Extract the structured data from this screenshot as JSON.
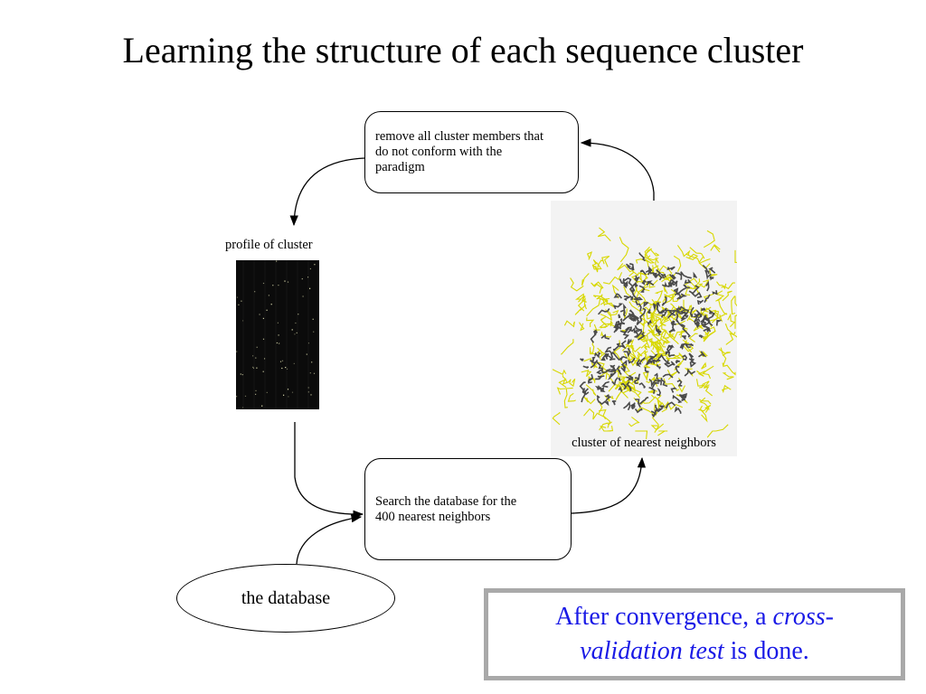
{
  "title": "Learning the structure of each sequence cluster",
  "remove_box": {
    "lines": [
      "remove all cluster members that",
      "do not conform with the",
      "paradigm"
    ]
  },
  "search_box": {
    "lines": [
      "Search the database for the",
      "400 nearest neighbors"
    ]
  },
  "database": {
    "label": "the database"
  },
  "profile": {
    "label": "profile of cluster"
  },
  "cluster": {
    "label": "cluster of nearest neighbors"
  },
  "note": {
    "part1": "After convergence, a ",
    "italic1": "cross-",
    "italic2": "validation test",
    "part2": " is done."
  },
  "colors": {
    "note_text": "#1a1ae6",
    "note_border": "#a9a9a9",
    "structure_yellow": "#d8d800",
    "structure_gray": "#4a4a4a"
  }
}
